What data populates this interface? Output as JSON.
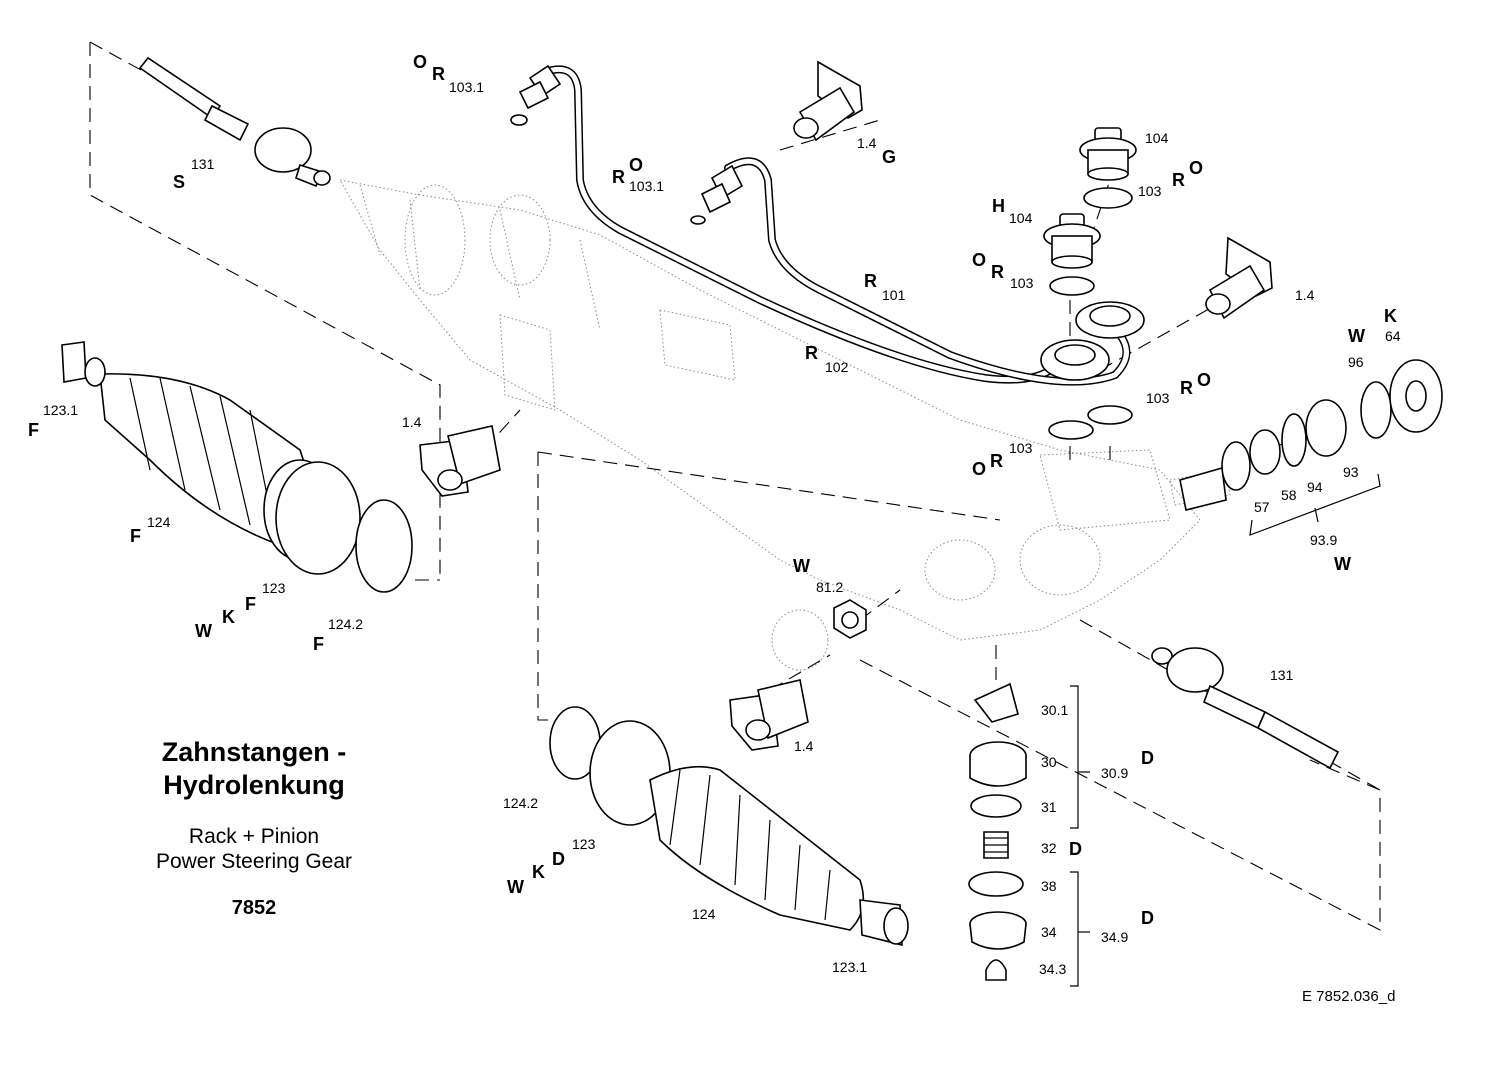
{
  "caption": {
    "title_line1": "Zahnstangen -",
    "title_line2": "Hydrolenkung",
    "subtitle_line1": "Rack + Pinion",
    "subtitle_line2": "Power Steering Gear",
    "number": "7852"
  },
  "doc_ref": "E  7852.036_d",
  "labels": {
    "or_103_1": {
      "o": "O",
      "r": "R",
      "n": "103.1"
    },
    "r_103_1": {
      "r": "R",
      "o": "O",
      "n": "103.1"
    },
    "s131": {
      "code": "S",
      "n": "131"
    },
    "g14": {
      "n": "1.4",
      "code": "G"
    },
    "n104": "104",
    "n103_ro_top": {
      "n": "103",
      "r": "R",
      "o": "O"
    },
    "h104": {
      "code": "H",
      "n": "104"
    },
    "or103_a": {
      "o": "O",
      "r": "R",
      "n": "103"
    },
    "r101": {
      "code": "R",
      "n": "101"
    },
    "r102": {
      "code": "R",
      "n": "102"
    },
    "n14_right": "1.4",
    "wk_top": {
      "w": "W",
      "k": "K",
      "n64": "64",
      "n96": "96"
    },
    "n103_ro_mid": {
      "n": "103",
      "r": "R",
      "o": "O"
    },
    "or103_b": {
      "o": "O",
      "r": "R",
      "n": "103"
    },
    "seal_group": {
      "n57": "57",
      "n58": "58",
      "n94": "94",
      "n93": "93",
      "n939": "93.9",
      "w": "W"
    },
    "f1231": {
      "code": "F",
      "n": "123.1"
    },
    "f124": {
      "code": "F",
      "n": "124"
    },
    "wkf123": {
      "w": "W",
      "k": "K",
      "f": "F",
      "n": "123"
    },
    "f1242": {
      "code": "F",
      "n": "124.2"
    },
    "n14_left": "1.4",
    "w812": {
      "code": "W",
      "n": "81.2"
    },
    "n131_right": "131",
    "n14_bottom": "1.4",
    "valve": {
      "n301": "30.1",
      "n30": "30",
      "n31": "31",
      "n309": "30.9",
      "d1": "D",
      "n32": "32",
      "d2": "D",
      "n38": "38",
      "n34": "34",
      "n349": "34.9",
      "d3": "D",
      "n343": "34.3"
    },
    "n1242_bottom": "124.2",
    "wkd123": {
      "w": "W",
      "k": "K",
      "d": "D",
      "n": "123"
    },
    "n124_bottom": "124",
    "n1231_bottom": "123.1"
  }
}
